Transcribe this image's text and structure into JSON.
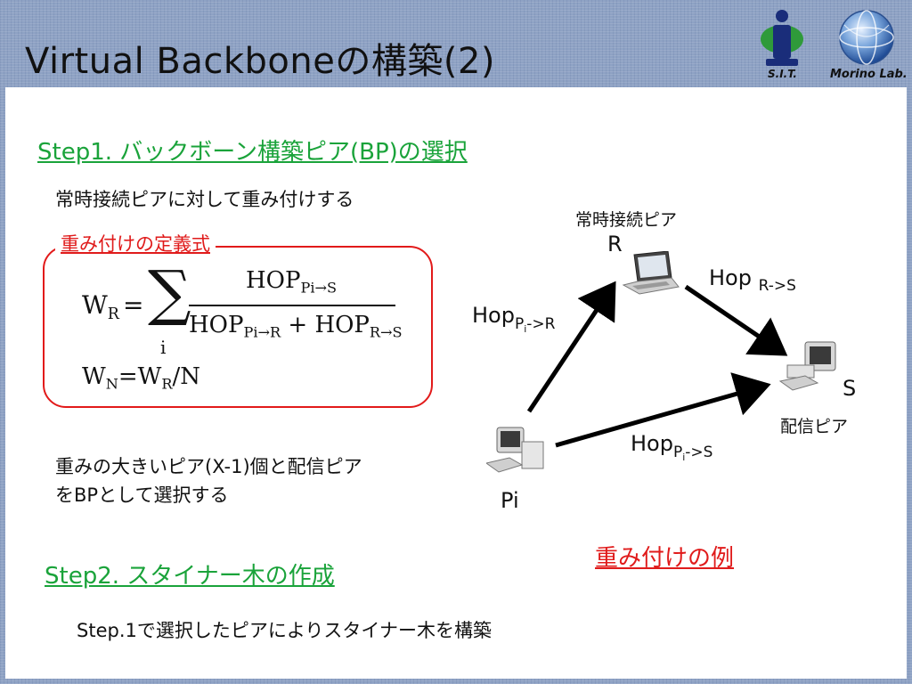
{
  "slide": {
    "title": "Virtual Backboneの構築(2)",
    "logos": {
      "sit_text": "S.I.T.",
      "morino_text": "Morino Lab."
    }
  },
  "step1": {
    "heading": "Step1. バックボーン構築ピア(BP)の選択",
    "desc": "常時接続ピアに対して重み付けする",
    "definition_label": "重み付けの定義式",
    "formula": {
      "lhs": "W",
      "lhs_sub": "R",
      "equals": "=",
      "sum": "∑",
      "sum_index": "i",
      "numerator": "HOP",
      "numerator_sub": "Pi→S",
      "denom_a": "HOP",
      "denom_a_sub": "Pi→R",
      "plus": "+",
      "denom_b": "HOP",
      "denom_b_sub": "R→S",
      "second_line_w": "W",
      "second_line_w_sub": "N",
      "second_line_eq": "=W",
      "second_line_r_sub": "R",
      "second_line_tail": "/N"
    },
    "select_line1": "重みの大きいピア(X-1)個と配信ピア",
    "select_line2": "をBPとして選択する"
  },
  "diagram": {
    "node_r_caption": "常時接続ピア",
    "node_r": "R",
    "node_s": "S",
    "node_s_caption": "配信ピア",
    "node_pi": "Pi",
    "edge_rs": "Hop",
    "edge_rs_sub": "R->S",
    "edge_pir": "Hop",
    "edge_pir_sub_p": "P",
    "edge_pir_sub_i": "i",
    "edge_pir_sub_tail": "->R",
    "edge_pis": "Hop",
    "edge_pis_sub_p": "P",
    "edge_pis_sub_i": "i",
    "edge_pis_sub_tail": "->S",
    "example_label": "重み付けの例"
  },
  "step2": {
    "heading": "Step2. スタイナー木の作成",
    "desc": "Step.1で選択したピアによりスタイナー木を構築"
  }
}
